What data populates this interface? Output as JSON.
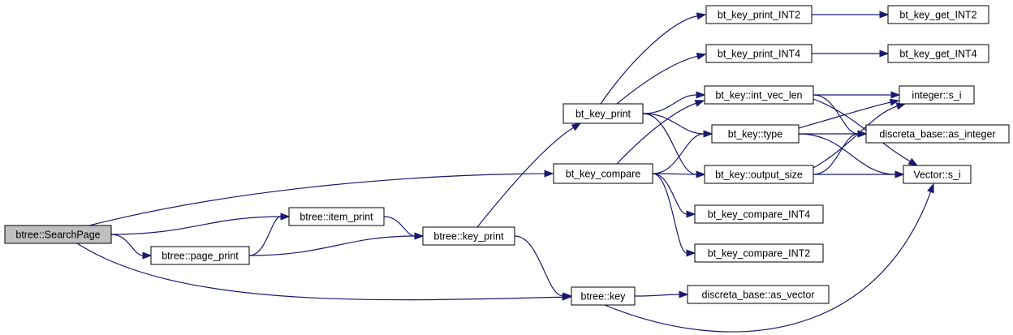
{
  "colors": {
    "edge": "#191970",
    "node_fill": "#ffffff",
    "root_fill": "#bfbfbf",
    "node_border": "#000000"
  },
  "nodes": [
    {
      "id": "searchpage",
      "label": "btree::SearchPage",
      "root": true
    },
    {
      "id": "item_print",
      "label": "btree::item_print"
    },
    {
      "id": "page_print",
      "label": "btree::page_print"
    },
    {
      "id": "btree_key_print",
      "label": "btree::key_print"
    },
    {
      "id": "btree_key",
      "label": "btree::key"
    },
    {
      "id": "bt_key_print",
      "label": "bt_key_print"
    },
    {
      "id": "bt_key_compare",
      "label": "bt_key_compare"
    },
    {
      "id": "print_int2",
      "label": "bt_key_print_INT2"
    },
    {
      "id": "print_int4",
      "label": "bt_key_print_INT4"
    },
    {
      "id": "int_vec_len",
      "label": "bt_key::int_vec_len"
    },
    {
      "id": "type",
      "label": "bt_key::type"
    },
    {
      "id": "output_size",
      "label": "bt_key::output_size"
    },
    {
      "id": "compare_int4",
      "label": "bt_key_compare_INT4"
    },
    {
      "id": "compare_int2",
      "label": "bt_key_compare_INT2"
    },
    {
      "id": "as_vector",
      "label": "discreta_base::as_vector"
    },
    {
      "id": "get_int2",
      "label": "bt_key_get_INT2"
    },
    {
      "id": "get_int4",
      "label": "bt_key_get_INT4"
    },
    {
      "id": "integer_s_i",
      "label": "integer::s_i"
    },
    {
      "id": "as_integer",
      "label": "discreta_base::as_integer"
    },
    {
      "id": "vector_s_i",
      "label": "Vector::s_i"
    }
  ],
  "edges": [
    {
      "from": "searchpage",
      "to": "bt_key_compare"
    },
    {
      "from": "searchpage",
      "to": "item_print"
    },
    {
      "from": "searchpage",
      "to": "page_print"
    },
    {
      "from": "searchpage",
      "to": "btree_key"
    },
    {
      "from": "page_print",
      "to": "item_print"
    },
    {
      "from": "page_print",
      "to": "btree_key_print"
    },
    {
      "from": "item_print",
      "to": "btree_key_print"
    },
    {
      "from": "btree_key_print",
      "to": "bt_key_print"
    },
    {
      "from": "btree_key_print",
      "to": "btree_key"
    },
    {
      "from": "btree_key",
      "to": "as_vector"
    },
    {
      "from": "btree_key",
      "to": "vector_s_i"
    },
    {
      "from": "bt_key_print",
      "to": "print_int2"
    },
    {
      "from": "bt_key_print",
      "to": "print_int4"
    },
    {
      "from": "bt_key_print",
      "to": "int_vec_len"
    },
    {
      "from": "bt_key_print",
      "to": "type"
    },
    {
      "from": "bt_key_print",
      "to": "output_size"
    },
    {
      "from": "bt_key_compare",
      "to": "int_vec_len"
    },
    {
      "from": "bt_key_compare",
      "to": "type"
    },
    {
      "from": "bt_key_compare",
      "to": "output_size"
    },
    {
      "from": "bt_key_compare",
      "to": "compare_int4"
    },
    {
      "from": "bt_key_compare",
      "to": "compare_int2"
    },
    {
      "from": "print_int2",
      "to": "get_int2"
    },
    {
      "from": "print_int4",
      "to": "get_int4"
    },
    {
      "from": "int_vec_len",
      "to": "integer_s_i"
    },
    {
      "from": "int_vec_len",
      "to": "as_integer"
    },
    {
      "from": "int_vec_len",
      "to": "vector_s_i"
    },
    {
      "from": "type",
      "to": "integer_s_i"
    },
    {
      "from": "type",
      "to": "as_integer"
    },
    {
      "from": "type",
      "to": "vector_s_i"
    },
    {
      "from": "output_size",
      "to": "integer_s_i"
    },
    {
      "from": "output_size",
      "to": "as_integer"
    },
    {
      "from": "output_size",
      "to": "vector_s_i"
    }
  ]
}
